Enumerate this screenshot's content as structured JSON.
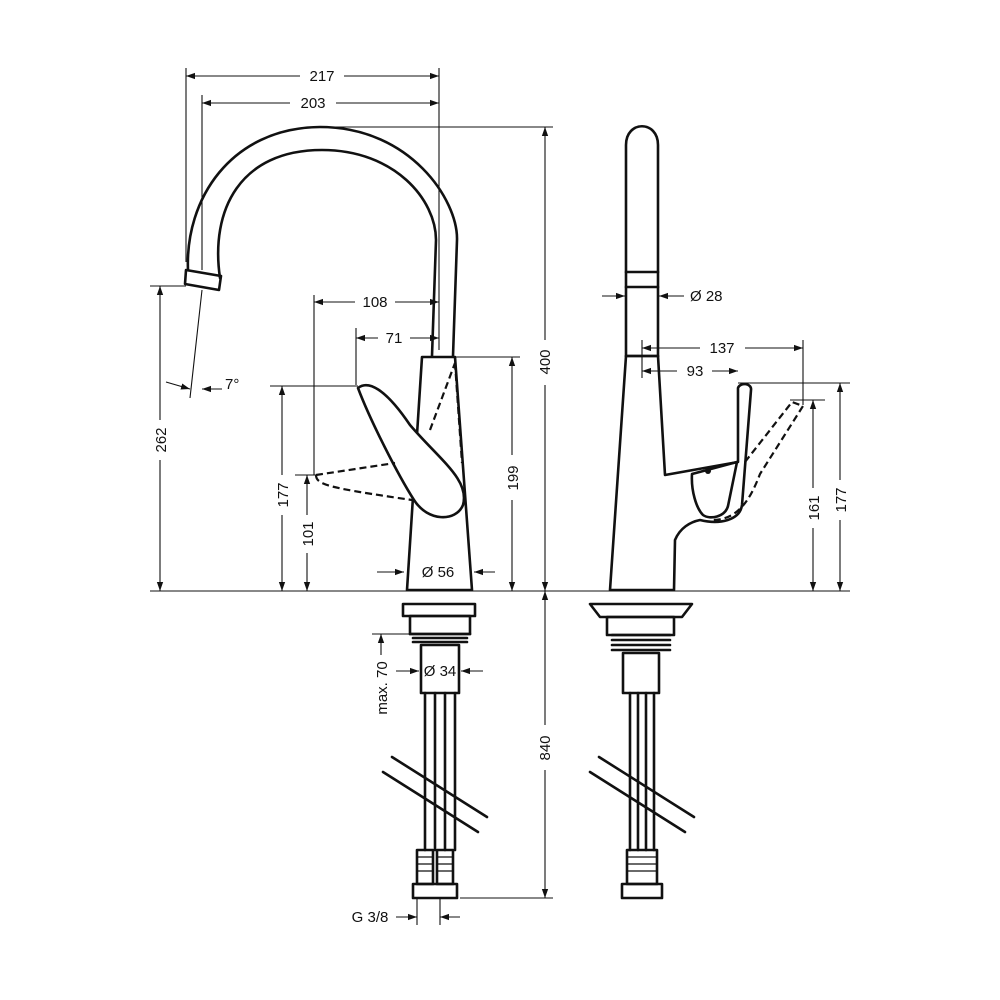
{
  "dimensions": {
    "spout_reach_outer": "217",
    "spout_reach_inner": "203",
    "total_height": "400",
    "lever_reach": "108",
    "lever_offset": "71",
    "spout_outlet_height": "262",
    "spout_angle": "7°",
    "lever_height_front": "177",
    "lever_low_height": "101",
    "body_height": "199",
    "base_diameter": "Ø 56",
    "max_deck_thickness": "max. 70",
    "shank_diameter": "Ø 34",
    "hose_length": "840",
    "hose_connection": "G 3/8",
    "spout_diameter": "Ø 28",
    "lever_reach_side_open": "137",
    "lever_reach_side_closed": "93",
    "lever_height_side_open": "161",
    "lever_height_side": "177"
  }
}
